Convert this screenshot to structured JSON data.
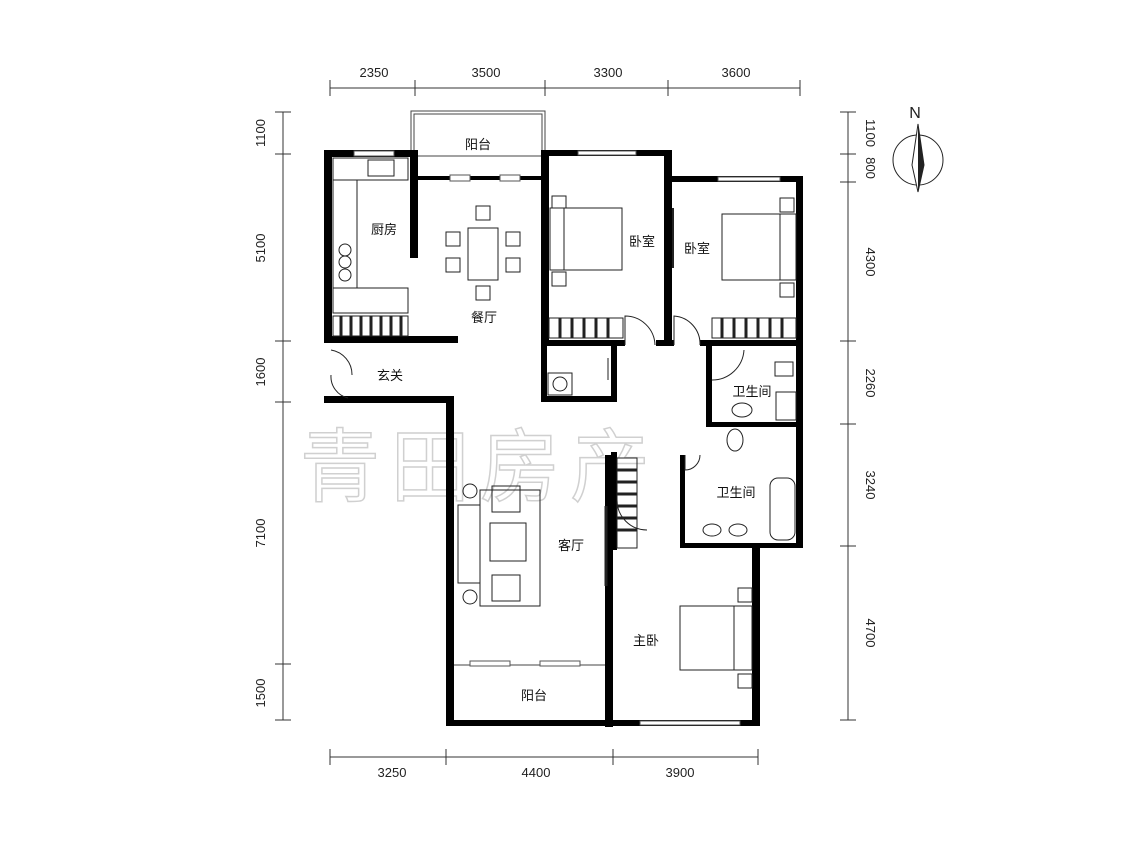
{
  "dimensions": {
    "top": [
      "2350",
      "3500",
      "3300",
      "3600"
    ],
    "bottom": [
      "3250",
      "4400",
      "3900"
    ],
    "left": [
      "1100",
      "5100",
      "1600",
      "7100",
      "1500"
    ],
    "right": [
      "1100",
      "800",
      "4300",
      "2260",
      "3240",
      "4700"
    ]
  },
  "rooms": {
    "balcony_top": "阳台",
    "kitchen": "厨房",
    "dining": "餐厅",
    "bedroom_1": "卧室",
    "bedroom_2": "卧室",
    "foyer": "玄关",
    "bathroom_1": "卫生间",
    "bathroom_2": "卫生间",
    "living": "客厅",
    "master_bedroom": "主卧",
    "balcony_bottom": "阳台"
  },
  "compass": {
    "label": "N"
  },
  "watermark": {
    "text": "青田房产"
  }
}
